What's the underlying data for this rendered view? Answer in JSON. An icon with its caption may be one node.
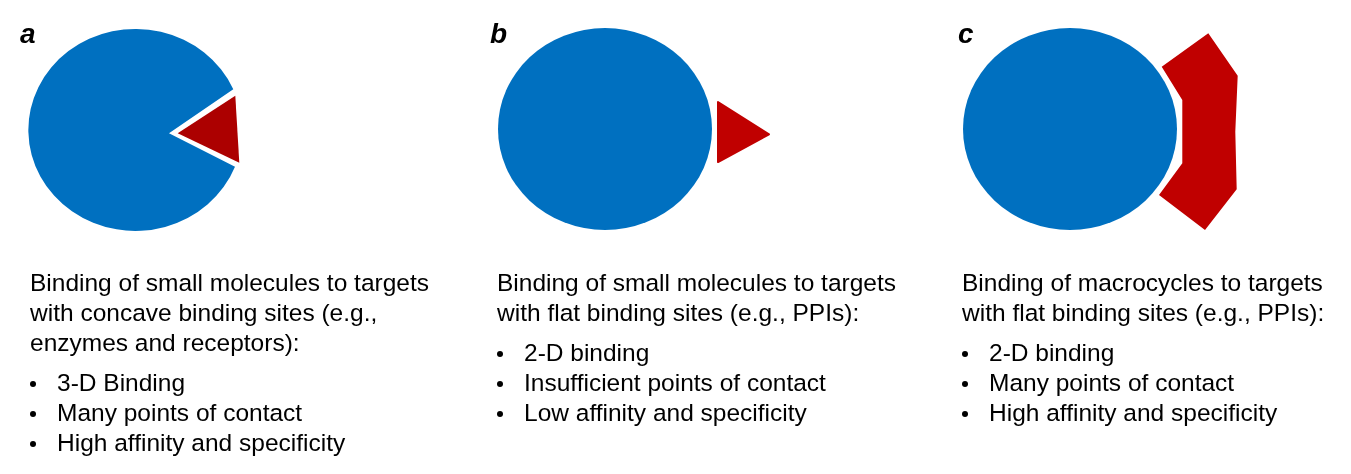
{
  "diagram": {
    "nodes": [
      {
        "text": [],
        "shape": "circle"
      },
      {
        "text": [],
        "shape": "triangle"
      },
      {
        "text": [],
        "shape": "circle"
      },
      {
        "text": [],
        "shape": "triangle"
      },
      {
        "text": [],
        "shape": "circle"
      },
      {
        "text": [],
        "shape": "polygon"
      }
    ],
    "labels": [
      "a",
      "Binding of small molecules to targets with concave binding sites (e.g., enzymes and receptors):",
      "3-D Binding",
      "Many points of contact",
      "High affinity and specificity",
      "b",
      "Binding of small molecules to targets with flat binding sites (e.g., PPIs):",
      "2-D binding",
      "Insufficient points of contact",
      "Low affinity and specificity",
      "c",
      "Binding of macrocycles to targets with flat binding sites (e.g., PPIs):",
      "2-D binding",
      "Many points of contact",
      "High affinity and specificity"
    ]
  }
}
